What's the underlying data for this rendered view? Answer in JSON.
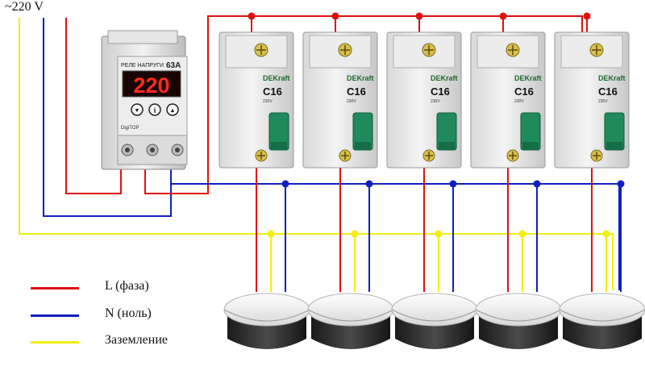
{
  "supply": {
    "label": "~220 V"
  },
  "relay": {
    "title": "РЕЛЕ НАПРУГИ",
    "rating": "63A",
    "display": "220",
    "brand": "DigiTOP",
    "buttons": [
      "▼",
      "i",
      "▲"
    ]
  },
  "breaker": {
    "brand": "DEKraft",
    "rating": "C16",
    "voltage": "230V",
    "count": 5
  },
  "legend": [
    {
      "label": "L (фаза)",
      "color": "#e01010"
    },
    {
      "label": "N (ноль)",
      "color": "#1020c0"
    },
    {
      "label": "Заземление",
      "color": "#f2ee10"
    }
  ],
  "colors": {
    "phase": "#e01010",
    "neutral": "#1020c0",
    "ground": "#f2ee10"
  },
  "icons": {
    "lamp": "ceiling-downlight-icon",
    "junction": "wire-junction-dot"
  }
}
